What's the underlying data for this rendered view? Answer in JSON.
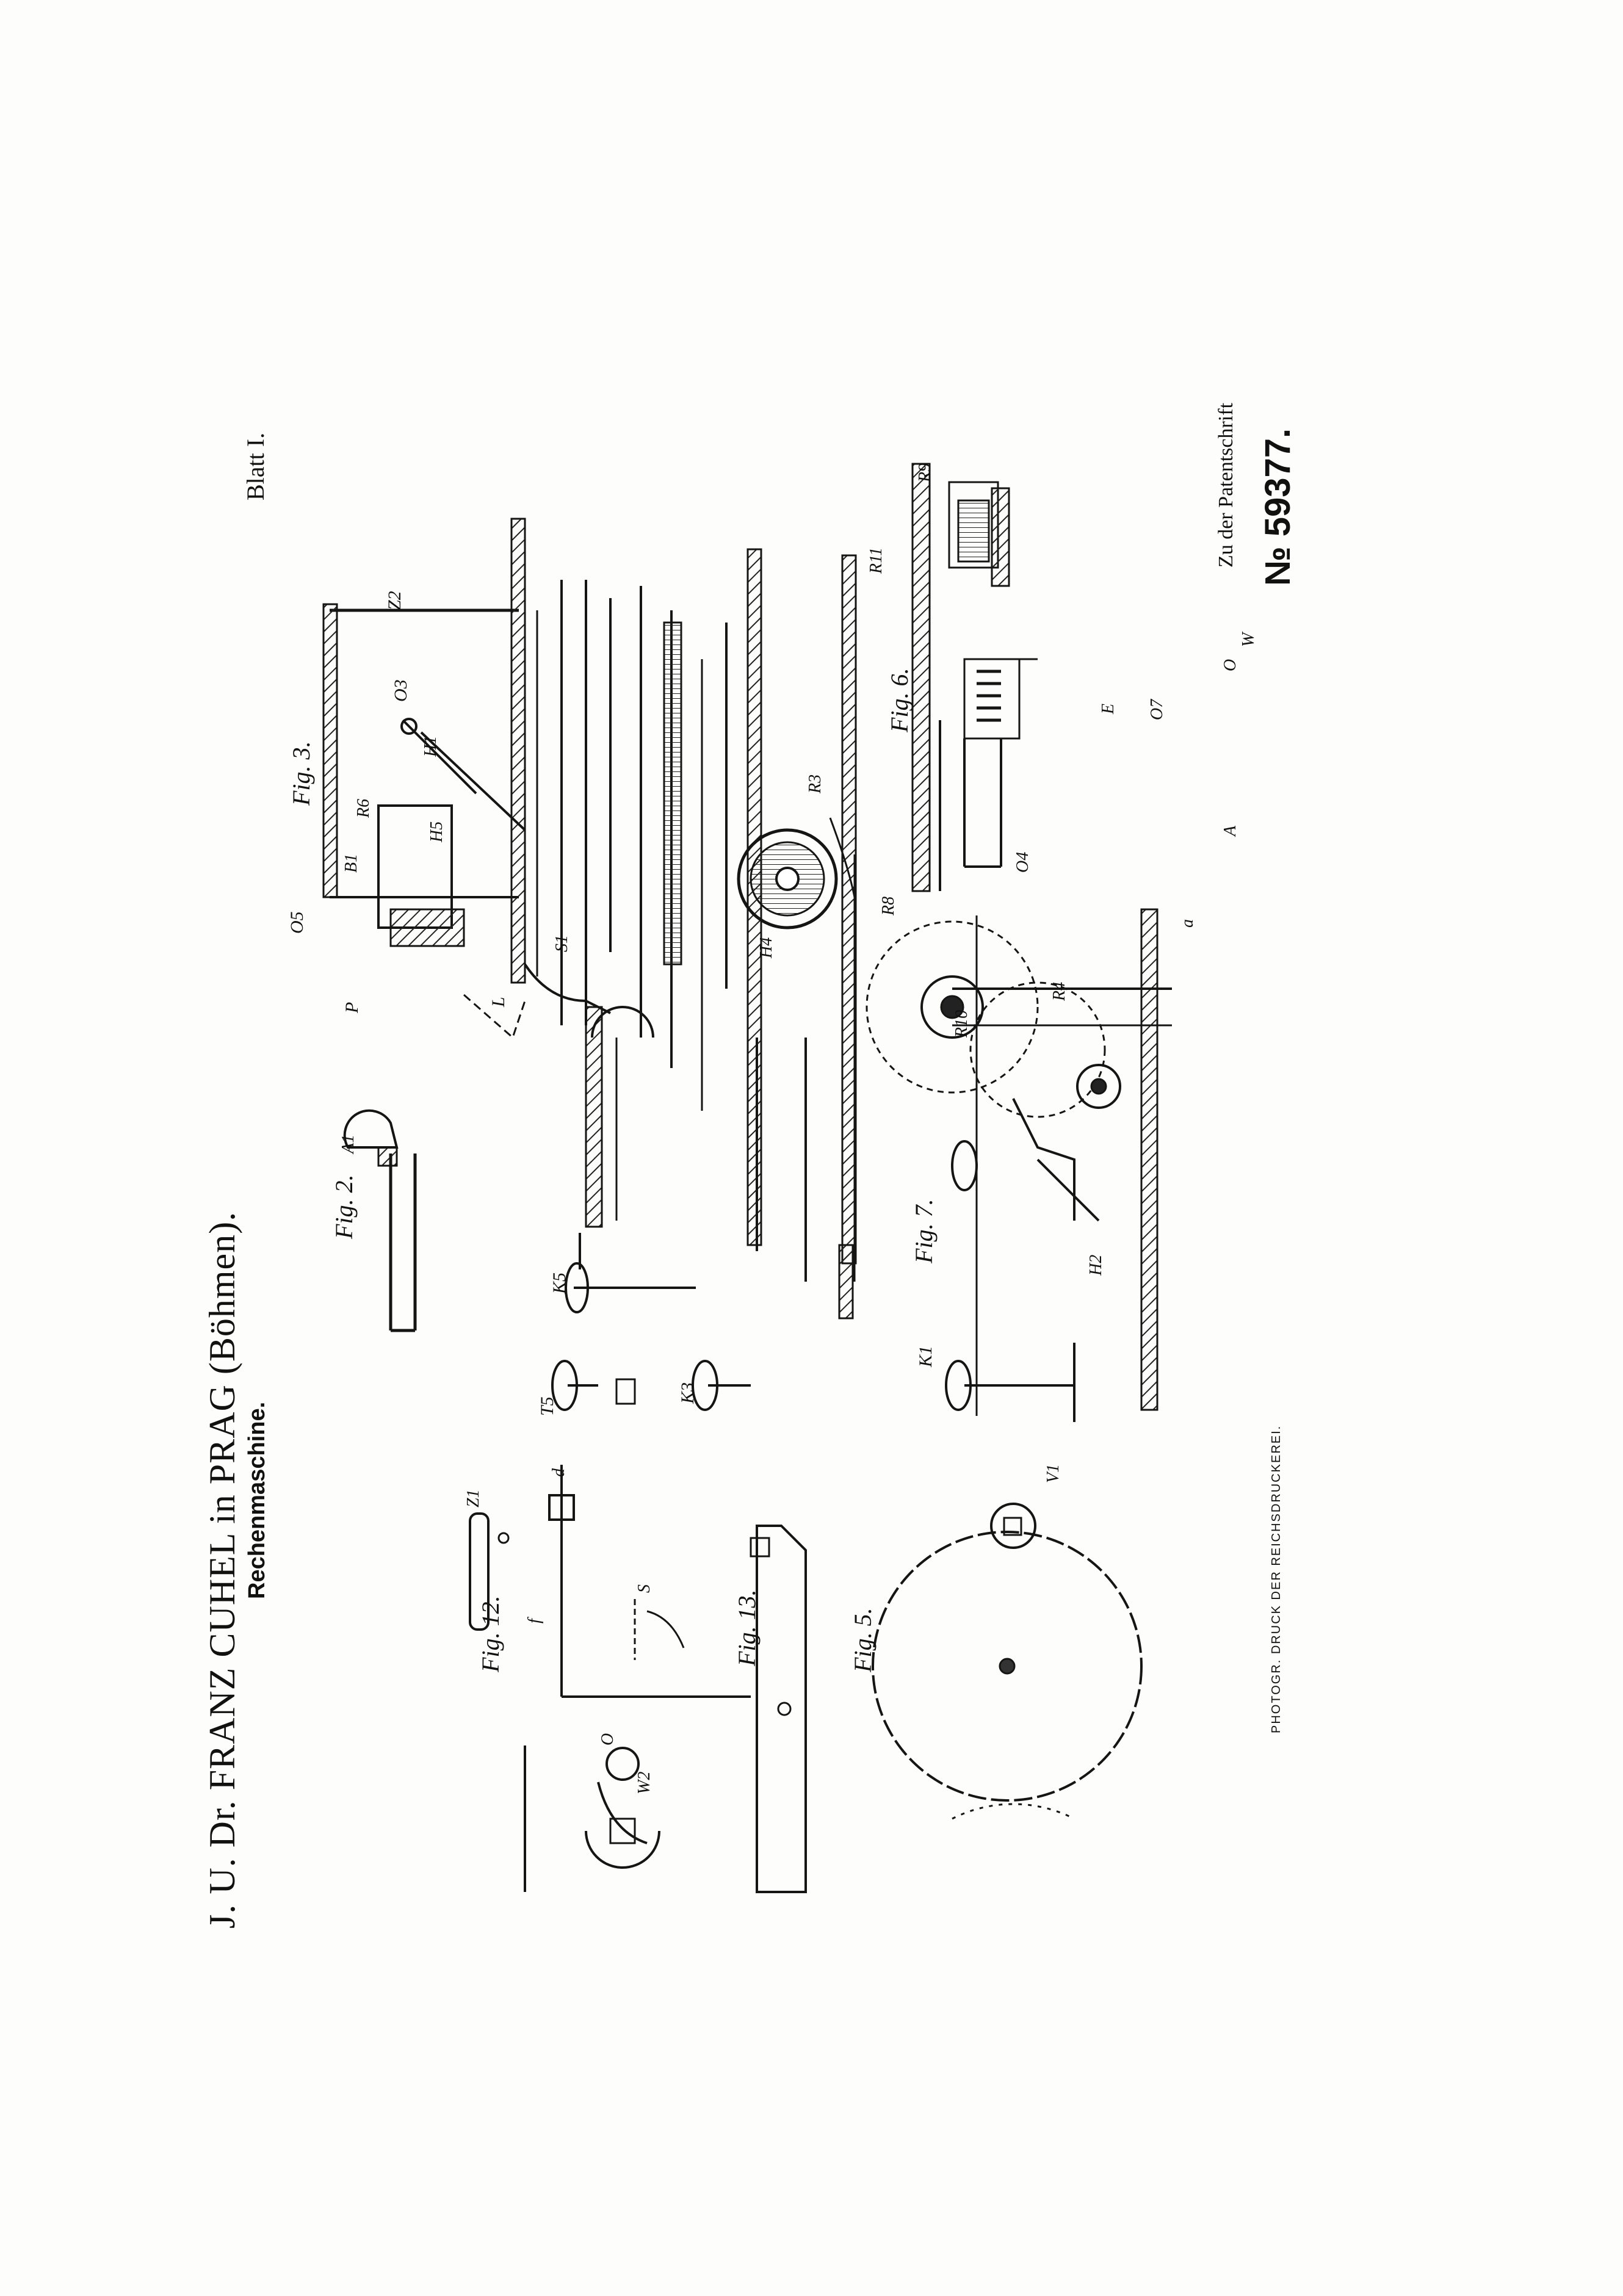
{
  "header": {
    "inventor": "J. U. Dr. FRANZ CUHEL in PRAG (Böhmen).",
    "subject": "Rechenmaschine.",
    "sheet": "Blatt I.",
    "patent_caption": "Zu der Patentschrift",
    "patent_number": "№ 59377.",
    "printer": "PHOTOGR. DRUCK DER REICHSDRUCKEREI."
  },
  "figures": {
    "fig2": "Fig. 2.",
    "fig3": "Fig. 3.",
    "fig5": "Fig. 5.",
    "fig6": "Fig. 6.",
    "fig7": "Fig. 7.",
    "fig12": "Fig. 12.",
    "fig13": "Fig. 13."
  },
  "letters": {
    "Z2": "Z2",
    "O5": "O5",
    "O3": "O3",
    "H1": "H1",
    "H5": "H5",
    "R6": "R6",
    "B1": "B1",
    "L": "L",
    "P": "P",
    "K5": "K5",
    "K3": "K3",
    "K1": "K1",
    "T5": "T5",
    "A1": "A1",
    "S1": "S1",
    "R3": "R3",
    "H4": "H4",
    "W": "W",
    "R4": "R4",
    "R8": "R8",
    "E": "E",
    "O7": "O7",
    "A": "A",
    "O4": "O4",
    "a": "a",
    "f": "f",
    "Z1": "Z1",
    "S": "S",
    "V1": "V1",
    "d": "d",
    "R10": "R10",
    "R9": "R9",
    "R11": "R11",
    "H2": "H2",
    "O": "O",
    "W2": "W2"
  }
}
